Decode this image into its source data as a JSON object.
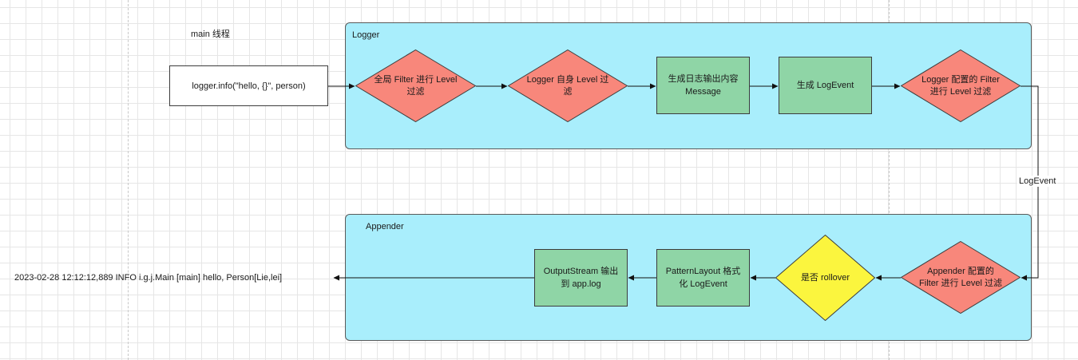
{
  "thread_label": "main 线程",
  "lanes": {
    "logger": "Logger",
    "appender": "Appender"
  },
  "nodes": {
    "call": "logger.info(\"hello, {}\", person)",
    "global_filter": "全局 Filter 进行 Level 过滤",
    "logger_level": "Logger 自身 Level 过滤",
    "gen_message": "生成日志输出内容 Message",
    "gen_event": "生成 LogEvent",
    "logger_filter": "Logger 配置的 Filter 进行 Level 过滤",
    "appender_filter": "Appender 配置的 Filter 进行 Level 过滤",
    "rollover": "是否 rollover",
    "layout": "PatternLayout 格式化 LogEvent",
    "output": "OutputStream 输出到 app.log"
  },
  "edge_labels": {
    "logevent": "LogEvent"
  },
  "output_text": "2023-02-28 12:12:12,889 INFO i.g.j.Main [main] hello, Person[Lie,lei]",
  "colors": {
    "lane_fill": "#a9eefc",
    "decision_fill": "#f8877b",
    "process_fill": "#8fd5a6",
    "rollover_fill": "#fbf53e"
  }
}
